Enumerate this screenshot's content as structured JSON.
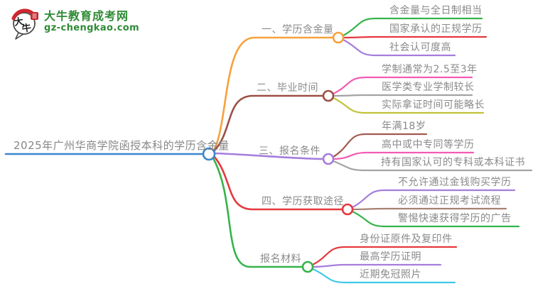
{
  "logo": {
    "icon_characters": "大牛",
    "title": "大牛教育成考网",
    "subtitle": "gz-chengkao.com",
    "brand_color": "#2e8b35"
  },
  "mindmap": {
    "root": {
      "label": "2025年广州华商学院函授本科的学历含金量",
      "color": "#3a87cf"
    },
    "branches": [
      {
        "label": "一、学历含金量",
        "color": "#f7a13c",
        "children": [
          {
            "text": "含金量与全日制相当",
            "color": "#35b44a"
          },
          {
            "text": "国家承认的正规学历",
            "color": "#e5383f"
          },
          {
            "text": "社会认可度高",
            "color": "#a57ddc"
          }
        ]
      },
      {
        "label": "二、毕业时间",
        "color": "#9c4f44",
        "children": [
          {
            "text": "学制通常为2.5至3年",
            "color": "#f25cb3"
          },
          {
            "text": "医学类专业学制较长",
            "color": "#a3a3a3"
          },
          {
            "text": "实际拿证时间可能略长",
            "color": "#c2c238"
          }
        ]
      },
      {
        "label": "三、报名条件",
        "color": "#a57ddc",
        "children": [
          {
            "text": "年满18岁",
            "color": "#a2594e"
          },
          {
            "text": "高中或中专同等学历",
            "color": "#f25cb3"
          },
          {
            "text": "持有国家认可的专科或本科证书",
            "color": "#a3a3a3"
          }
        ]
      },
      {
        "label": "四、学历获取途径",
        "color": "#e5383f",
        "children": [
          {
            "text": "不允许通过金钱购买学历",
            "color": "#a57ddc"
          },
          {
            "text": "必须通过正规考试流程",
            "color": "#a87f74"
          },
          {
            "text": "警惕快速获得学历的广告",
            "color": "#35b44a"
          }
        ]
      },
      {
        "label": "报名材料",
        "color": "#35b44a",
        "children": [
          {
            "text": "身份证原件及复印件",
            "color": "#e5383f"
          },
          {
            "text": "最高学历证明",
            "color": "#a57ddc"
          },
          {
            "text": "近期免冠照片",
            "color": "#41c9e8"
          }
        ]
      }
    ]
  }
}
